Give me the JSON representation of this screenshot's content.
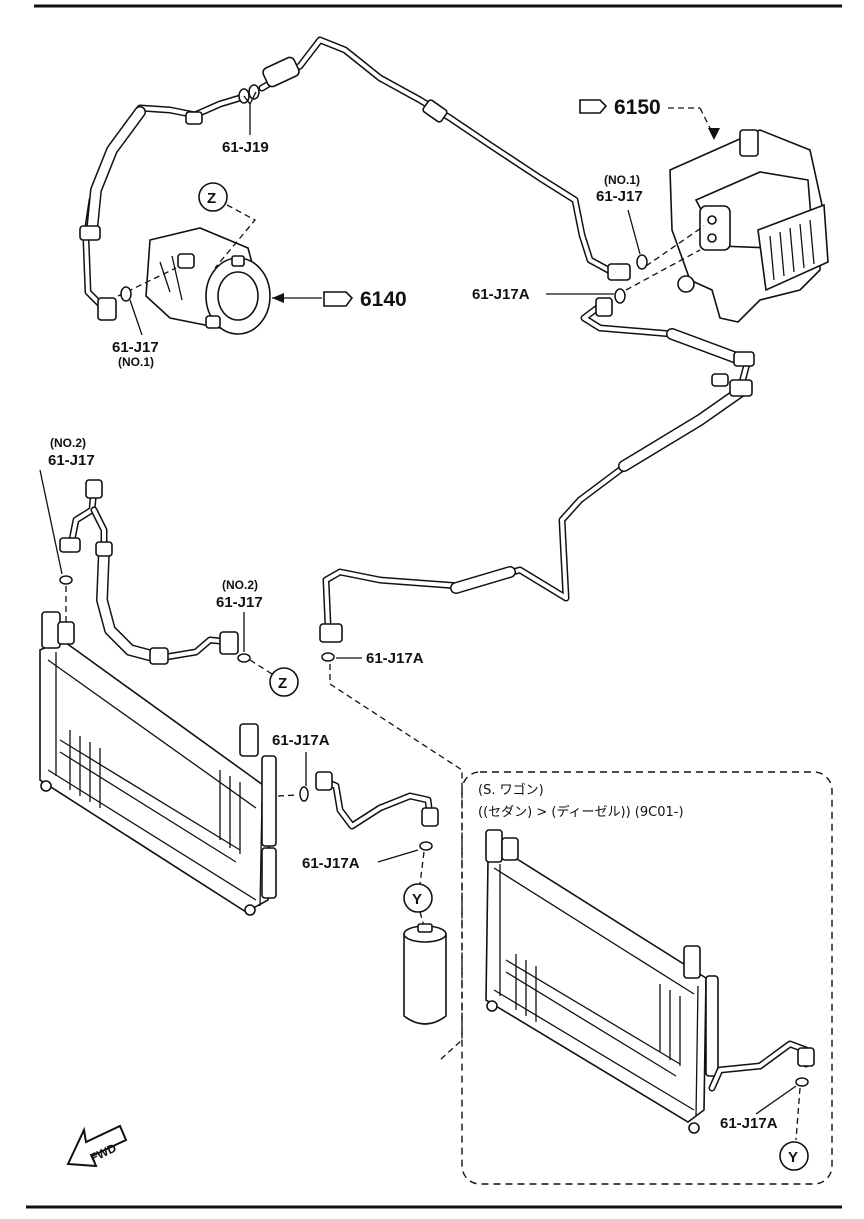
{
  "labels": {
    "j19": "61-J19",
    "j17_top": "61-J17",
    "j17_top_note": "(NO.1)",
    "part_6150": "6150",
    "part_6140": "6140",
    "j17a_top": "61-J17A",
    "j17_compressor": "61-J17",
    "j17_compressor_note": "(NO.1)",
    "j17_left_note": "(NO.2)",
    "j17_left": "61-J17",
    "j17_mid_note": "(NO.2)",
    "j17_mid": "61-J17",
    "j17a_mid": "61-J17A",
    "j17a_condenser": "61-J17A",
    "j17a_receiver": "61-J17A",
    "j17a_inset": "61-J17A"
  },
  "callouts": {
    "z": "Z",
    "y": "Y"
  },
  "inset": {
    "line1": "(S. ワゴン)",
    "line2": "((セダン) > (ディーゼル)) (9C01-)"
  },
  "fwd_label": "FWD",
  "colors": {
    "ink": "#111111",
    "paper": "#ffffff"
  }
}
